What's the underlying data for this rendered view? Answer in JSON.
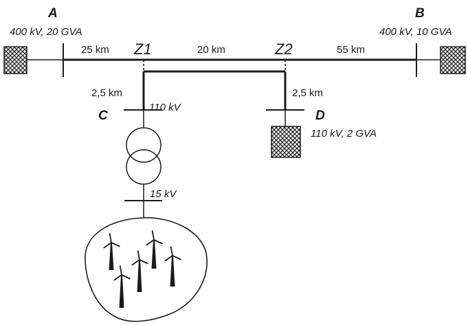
{
  "nodes": {
    "A": {
      "name": "A",
      "rating": "400 kV, 20 GVA"
    },
    "B": {
      "name": "B",
      "rating": "400 kV, 10 GVA"
    },
    "C": {
      "name": "C",
      "voltage": "110 kV"
    },
    "D": {
      "name": "D",
      "rating": "110 kV, 2 GVA"
    },
    "Z1": {
      "name": "Z1"
    },
    "Z2": {
      "name": "Z2"
    }
  },
  "distances": {
    "a_z1": "25 km",
    "z1_z2": "20 km",
    "z2_b": "55 km",
    "z1_c": "2,5 km",
    "z2_d": "2,5 km"
  },
  "lv_bus": {
    "voltage": "15 kV"
  },
  "wind_farm": {
    "turbine_count": 5
  },
  "colors": {
    "line": "#1a1a1a",
    "grid_fill": "#ffffff"
  }
}
